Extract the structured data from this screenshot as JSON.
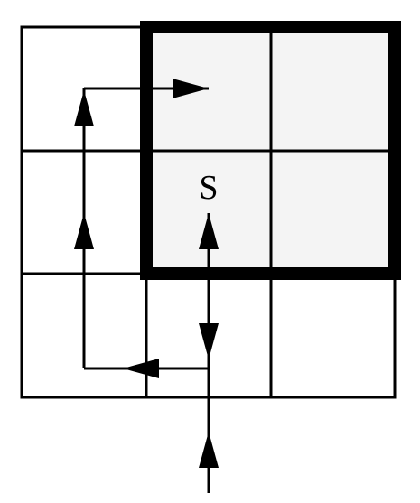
{
  "grid": {
    "rows": 3,
    "cols": 3
  },
  "highlighted_region": {
    "rows": [
      0,
      1
    ],
    "cols": [
      1,
      2
    ],
    "fill_color": "#f4f4f4",
    "border_color": "#000000"
  },
  "start_cell": {
    "label": "S",
    "row": 1,
    "col": 1
  },
  "colors": {
    "line": "#000000",
    "background": "#ffffff"
  }
}
